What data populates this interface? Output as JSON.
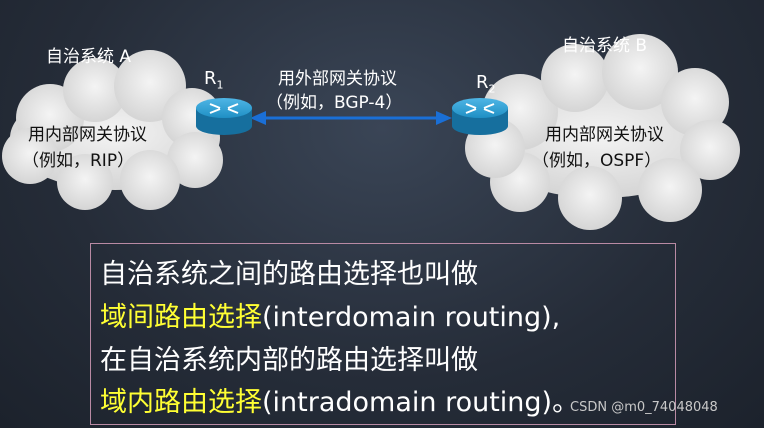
{
  "as_a": {
    "title": "自治系统 A",
    "protocol_line1": "用内部网关协议",
    "protocol_line2": "（例如，RIP）"
  },
  "as_b": {
    "title": "自治系统 B",
    "protocol_line1": "用内部网关协议",
    "protocol_line2": "（例如，OSPF）"
  },
  "link": {
    "line1": "用外部网关协议",
    "line2": "（例如，BGP-4）"
  },
  "routers": {
    "r1": {
      "name": "R",
      "sub": "1"
    },
    "r2": {
      "name": "R",
      "sub": "2"
    }
  },
  "text_lines": [
    {
      "plain": "自治系统之间的路由选择也叫做"
    },
    {
      "highlight": "域间路由选择",
      "rest": "(interdomain routing),"
    },
    {
      "plain": "在自治系统内部的路由选择叫做"
    },
    {
      "highlight": "域内路由选择",
      "rest": "(intradomain routing)。"
    }
  ],
  "watermark": "CSDN @m0_74048048",
  "colors": {
    "background": "#252c38",
    "cloud": "#e6e6e6",
    "router": "#1f8fc4",
    "arrow": "#1a6fd6",
    "highlight": "#ffff33",
    "box_border": "#b98aa4"
  }
}
